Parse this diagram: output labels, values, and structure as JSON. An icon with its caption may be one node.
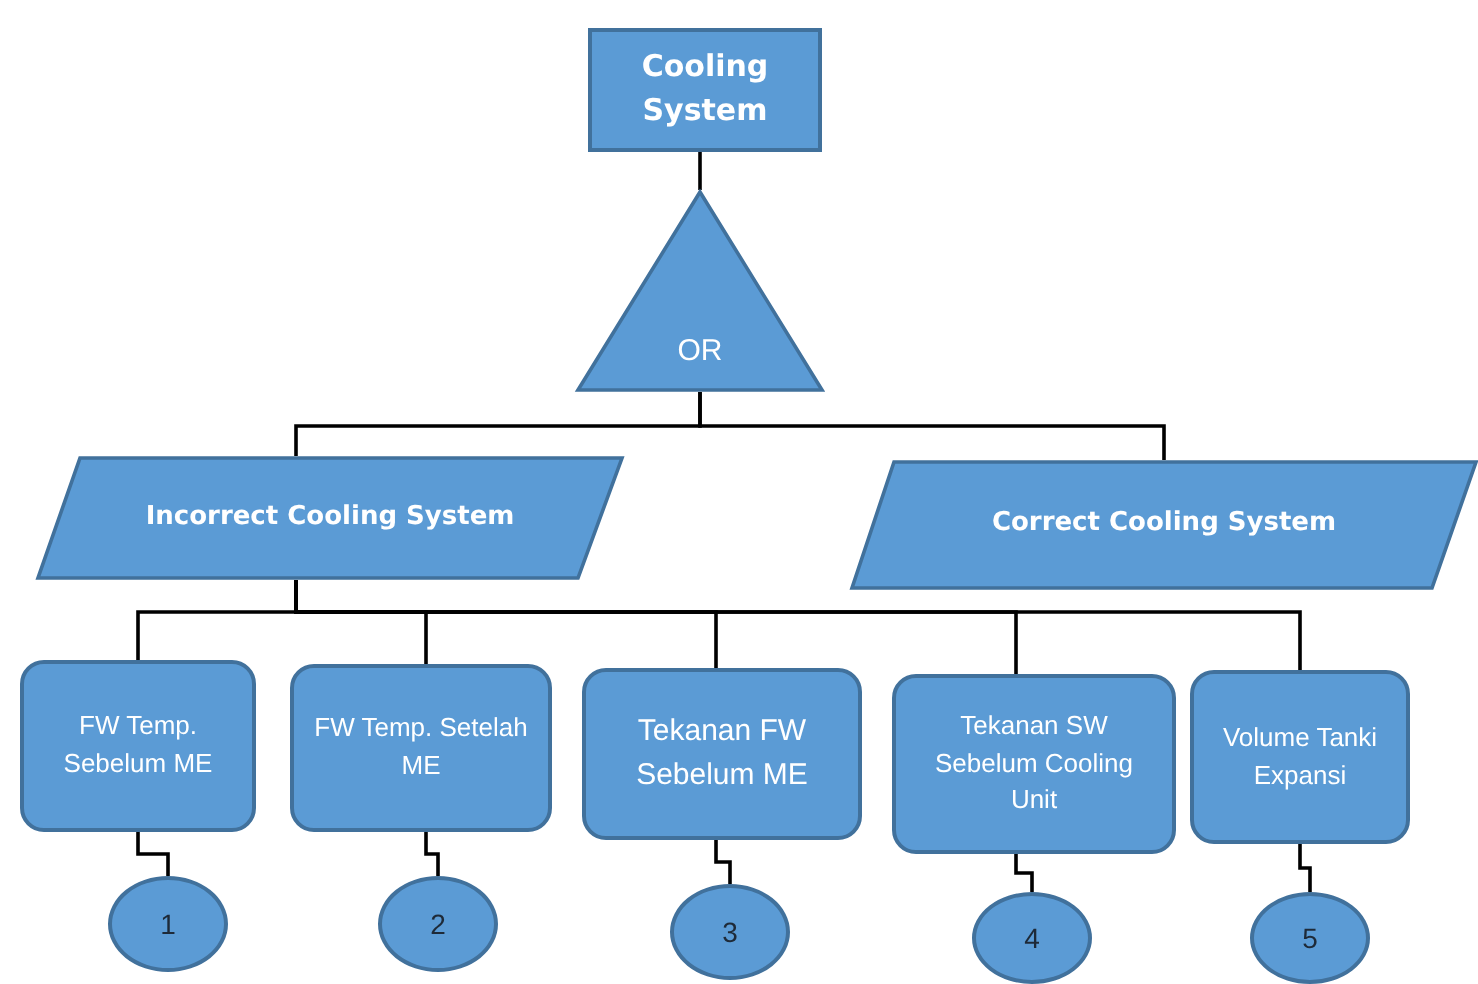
{
  "diagram": {
    "nodes": [
      {
        "text": [
          "Cooling System"
        ]
      },
      {
        "text": [
          "OR"
        ]
      },
      {
        "text": [
          "Incorrect Cooling System"
        ]
      },
      {
        "text": [
          "Correct Cooling System"
        ]
      },
      {
        "text": [
          "FW Temp. Sebelum ME"
        ]
      },
      {
        "text": [
          "FW Temp. Setelah ME"
        ]
      },
      {
        "text": [
          "Tekanan FW Sebelum ME"
        ]
      },
      {
        "text": [
          "Tekanan SW Sebelum Cooling Unit"
        ]
      },
      {
        "text": [
          "Volume Tanki Expansi"
        ]
      },
      {
        "text": [
          "1"
        ]
      },
      {
        "text": [
          "2"
        ]
      },
      {
        "text": [
          "3"
        ]
      },
      {
        "text": [
          "4"
        ]
      },
      {
        "text": [
          "5"
        ]
      }
    ],
    "edges": [
      {
        "from": 0,
        "to": 1,
        "arrow": "none"
      },
      {
        "from": 1,
        "to": 2,
        "arrow": "none"
      },
      {
        "from": 1,
        "to": 3,
        "arrow": "none"
      },
      {
        "from": 2,
        "to": 4,
        "arrow": "none"
      },
      {
        "from": 2,
        "to": 5,
        "arrow": "none"
      },
      {
        "from": 2,
        "to": 6,
        "arrow": "none"
      },
      {
        "from": 2,
        "to": 7,
        "arrow": "none"
      },
      {
        "from": 2,
        "to": 8,
        "arrow": "none"
      },
      {
        "from": 4,
        "to": 9,
        "arrow": "none"
      },
      {
        "from": 5,
        "to": 10,
        "arrow": "none"
      },
      {
        "from": 6,
        "to": 11,
        "arrow": "none"
      },
      {
        "from": 7,
        "to": 12,
        "arrow": "none"
      },
      {
        "from": 8,
        "to": 13,
        "arrow": "none"
      }
    ]
  }
}
